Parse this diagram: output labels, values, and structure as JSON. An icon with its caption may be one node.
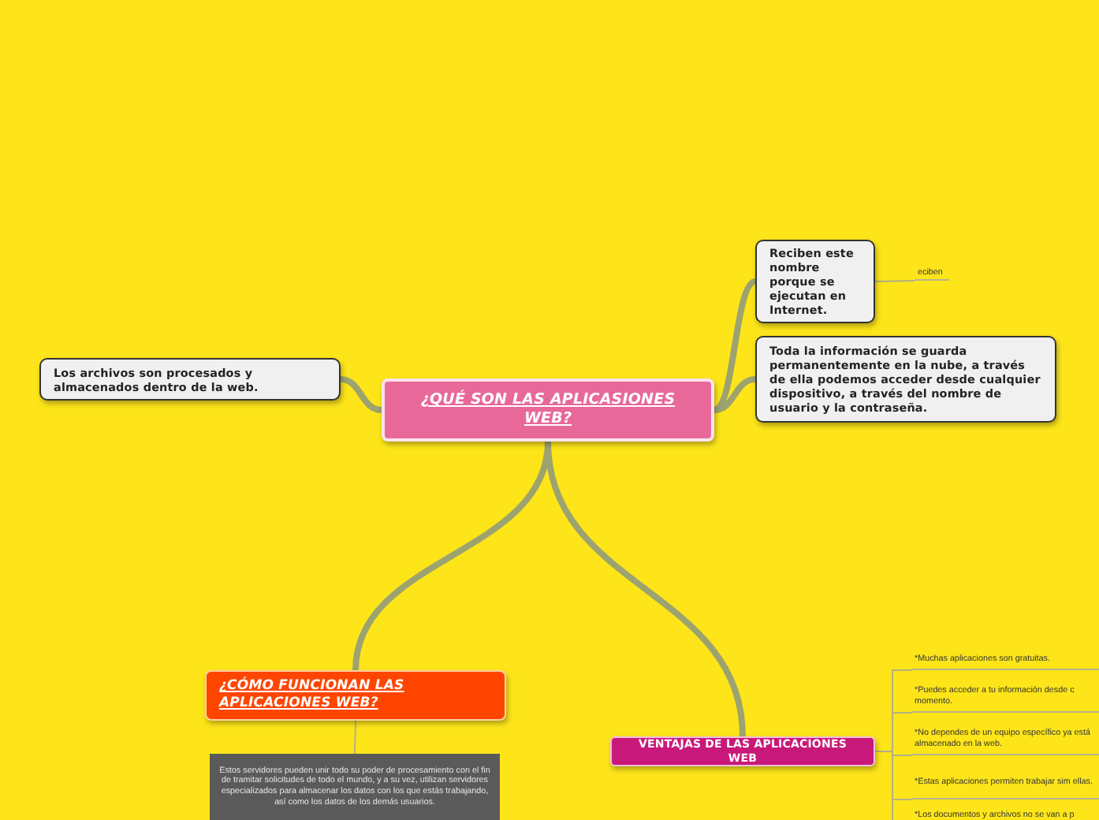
{
  "diagram": {
    "nodes": [
      {
        "text": [
          "¿QUÉ SON LAS APLICASIONES WEB?"
        ]
      },
      {
        "text": [
          "Reciben este nombre porque se ejecutan en Internet."
        ]
      },
      {
        "text": [
          "eciben"
        ]
      },
      {
        "text": [
          "Toda la información se guarda permanentemente  en la nube, a través de ella podemos acceder desde cualquier dispositivo, a través del nombre de usuario y la contraseña."
        ]
      },
      {
        "text": [
          "Los archivos son procesados y almacenados dentro de la web."
        ]
      },
      {
        "text": [
          "¿CÓMO FUNCIONAN LAS APLICACIONES WEB?"
        ]
      },
      {
        "text": [
          "Estos servidores pueden unir todo su poder de procesamiento con el fin de tramitar solicitudes de todo el mundo, y a su vez, utilizan servidores especializados para almacenar los datos con los que estás trabajando, así como los datos de los demás usuarios."
        ]
      },
      {
        "text": [
          "VENTAJAS DE LAS APLICACIONES WEB"
        ]
      },
      {
        "text": [
          "*Muchas aplicaciones son gratuitas."
        ]
      },
      {
        "text": [
          "*Puedes acceder a tu información desde c momento."
        ]
      },
      {
        "text": [
          "*No dependes  de un equipo específico ya está almacenado en la web."
        ]
      },
      {
        "text": [
          "*Estas aplicaciones permiten trabajar sim ellas."
        ]
      },
      {
        "text": [
          "*Los documentos y archivos no se van a p"
        ]
      }
    ],
    "edges": [
      {
        "from": 0,
        "to": 1,
        "arrow": "none",
        "style": "thick"
      },
      {
        "from": 0,
        "to": 3,
        "arrow": "none",
        "style": "thick"
      },
      {
        "from": 0,
        "to": 4,
        "arrow": "none",
        "style": "thick"
      },
      {
        "from": 0,
        "to": 5,
        "arrow": "none",
        "style": "thick"
      },
      {
        "from": 0,
        "to": 7,
        "arrow": "none",
        "style": "thick"
      },
      {
        "from": 1,
        "to": 2,
        "arrow": "none"
      },
      {
        "from": 5,
        "to": 6,
        "arrow": "none"
      },
      {
        "from": 7,
        "to": 8,
        "arrow": "none"
      },
      {
        "from": 7,
        "to": 9,
        "arrow": "none"
      },
      {
        "from": 7,
        "to": 10,
        "arrow": "none"
      },
      {
        "from": 7,
        "to": 11,
        "arrow": "none"
      },
      {
        "from": 7,
        "to": 12,
        "arrow": "none"
      }
    ]
  }
}
